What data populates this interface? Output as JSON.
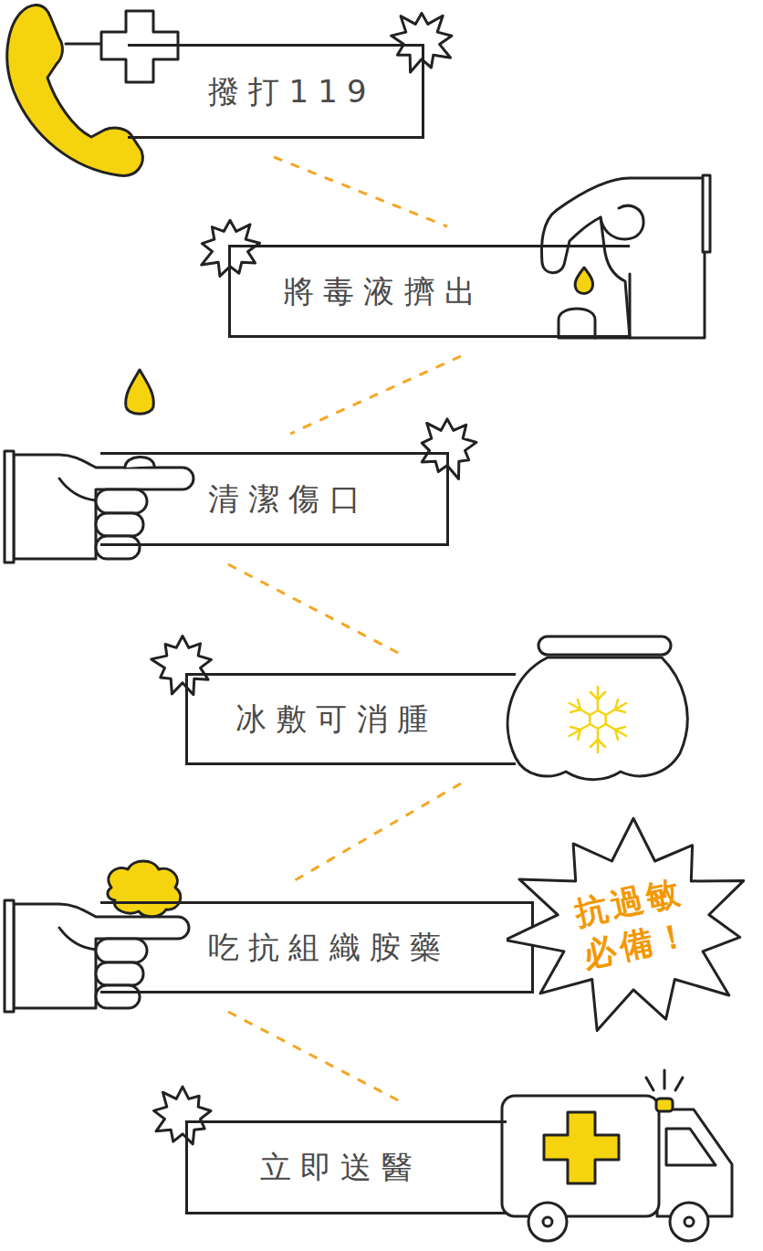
{
  "diagram": {
    "nodes": [
      {
        "text": [
          "撥打119"
        ]
      },
      {
        "text": [
          "將毒液擠出"
        ]
      },
      {
        "text": [
          "清潔傷口"
        ]
      },
      {
        "text": [
          "冰敷可消腫"
        ]
      },
      {
        "text": [
          "吃抗組織胺藥"
        ]
      },
      {
        "text": [
          "抗過敏 必備！"
        ]
      },
      {
        "text": [
          "立即送醫"
        ]
      }
    ],
    "edges": [
      {
        "from": 0,
        "to": 1,
        "arrow": "none"
      },
      {
        "from": 1,
        "to": 2,
        "arrow": "none"
      },
      {
        "from": 2,
        "to": 3,
        "arrow": "none"
      },
      {
        "from": 3,
        "to": 4,
        "arrow": "none"
      },
      {
        "from": 4,
        "to": 6,
        "arrow": "none"
      }
    ]
  }
}
